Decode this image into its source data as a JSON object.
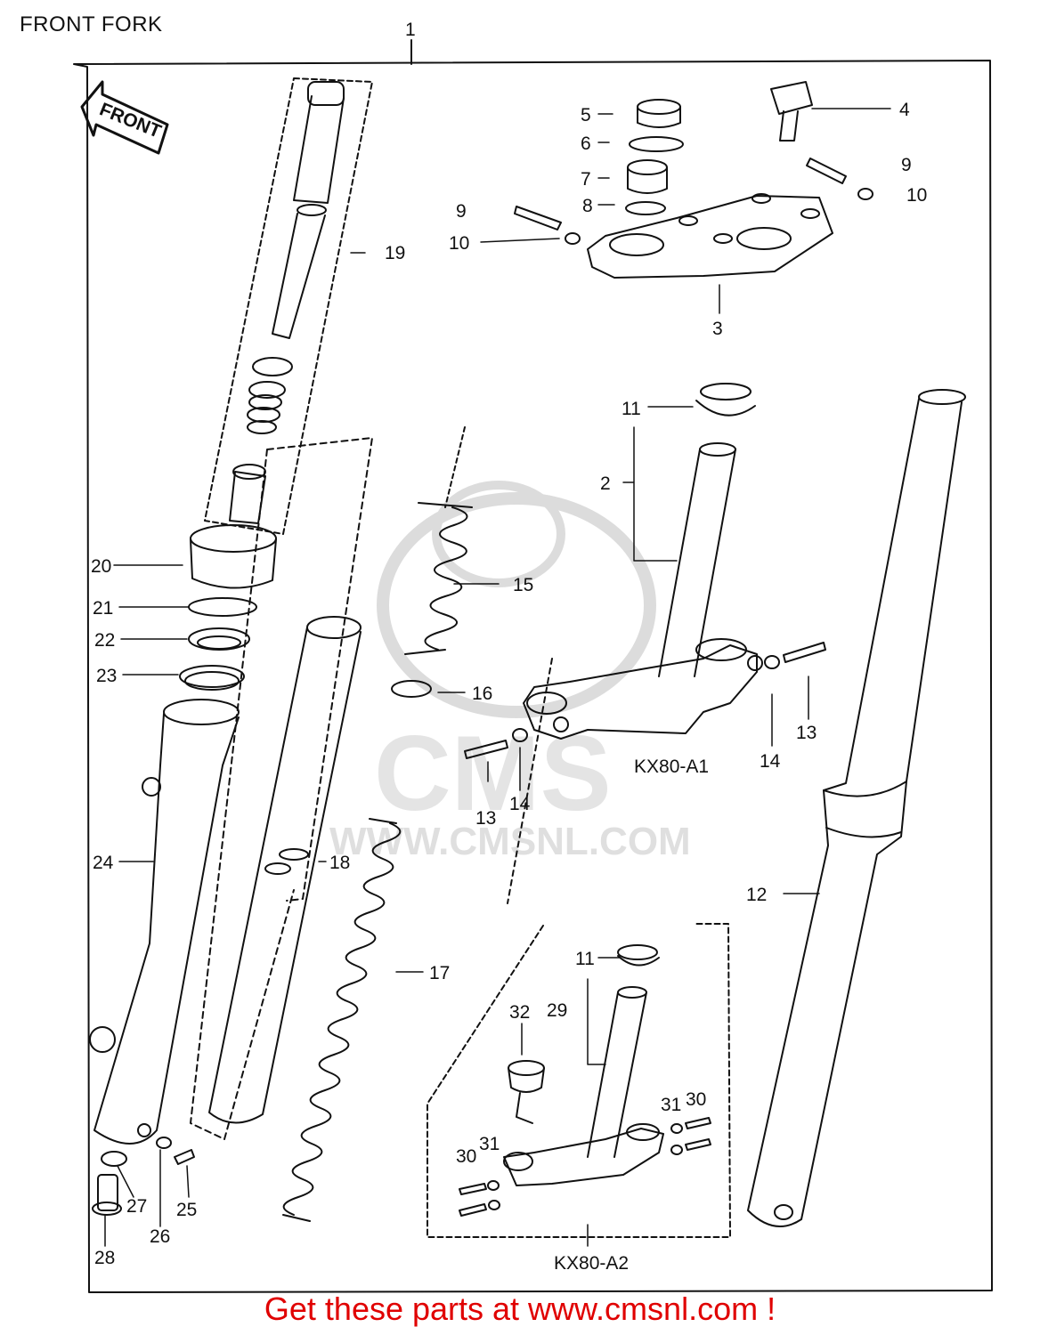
{
  "page_title": "FRONT FORK",
  "front_arrow_label": "FRONT",
  "watermark": {
    "logo_text": "CMS",
    "url_text": "WWW.CMSNL.COM"
  },
  "callouts": {
    "c1": "1",
    "c2": "2",
    "c3": "3",
    "c4": "4",
    "c5": "5",
    "c6": "6",
    "c7": "7",
    "c8": "8",
    "c9a": "9",
    "c9b": "9",
    "c10a": "10",
    "c10b": "10",
    "c11a": "11",
    "c11b": "11",
    "c12": "12",
    "c13a": "13",
    "c13b": "13",
    "c14a": "14",
    "c14b": "14",
    "c15": "15",
    "c16": "16",
    "c17": "17",
    "c18": "18",
    "c19": "19",
    "c20": "20",
    "c21": "21",
    "c22": "22",
    "c23": "23",
    "c24": "24",
    "c25": "25",
    "c26": "26",
    "c27": "27",
    "c28": "28",
    "c29": "29",
    "c30a": "30",
    "c30b": "30",
    "c31a": "31",
    "c31b": "31",
    "c32": "32"
  },
  "variants": {
    "a1": "KX80-A1",
    "a2": "KX80-A2"
  },
  "promo_text": "Get these parts at www.cmsnl.com !",
  "colors": {
    "line": "#111111",
    "promo": "#e00000",
    "watermark": "#d9d9d9"
  }
}
